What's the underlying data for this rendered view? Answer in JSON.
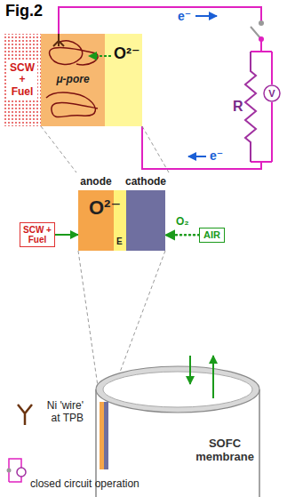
{
  "diagram": {
    "title": "Fig.2",
    "nodes": [
      {
        "text": [
          "SCW + Fuel"
        ]
      },
      {
        "text": [
          "μ-pore"
        ]
      },
      {
        "text": [
          "V"
        ]
      },
      {
        "text": [
          "anode"
        ]
      },
      {
        "text": [
          "cathode"
        ]
      },
      {
        "text": [
          "SCW + Fuel"
        ]
      },
      {
        "text": [
          "AIR"
        ]
      },
      {
        "text": [
          "SOFC membrane"
        ]
      }
    ],
    "edges": [
      {
        "from": 5,
        "to": 3,
        "arrow": "to"
      },
      {
        "from": 6,
        "to": 4,
        "arrow": "to"
      }
    ],
    "labels": [
      "e⁻",
      "O²⁻",
      "R",
      "e⁻",
      "O²⁻",
      "E",
      "O₂"
    ],
    "legend": [
      {
        "text": "Ni 'wire' at TPB"
      },
      {
        "text": "closed circuit operation"
      }
    ]
  }
}
